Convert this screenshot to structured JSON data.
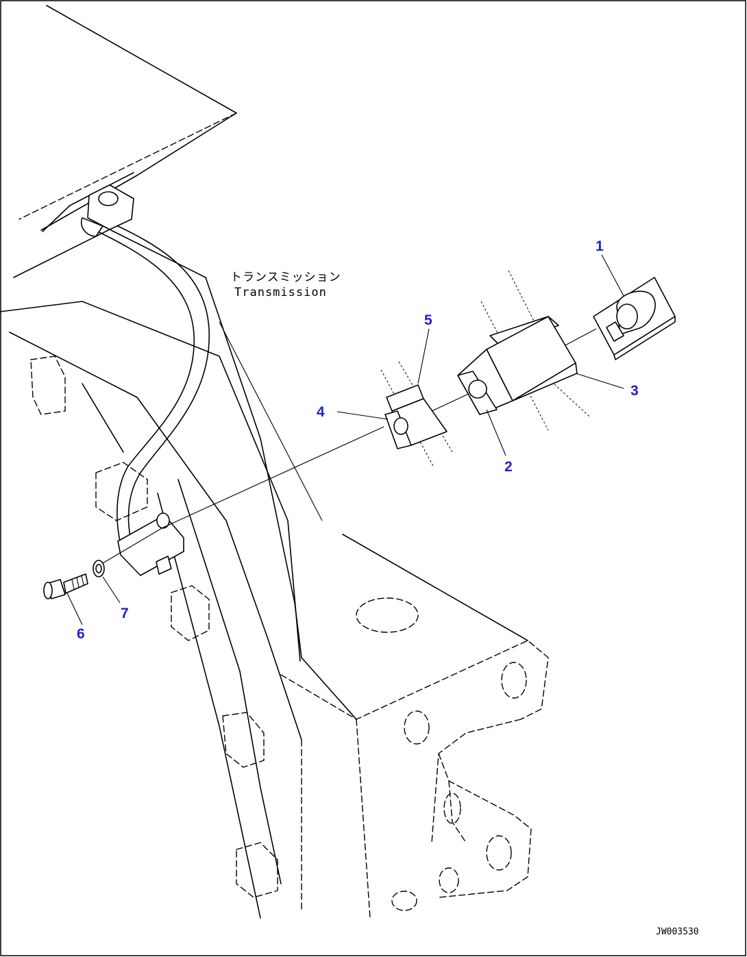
{
  "figure": {
    "label_jp": "トランスミッション",
    "label_en": "Transmission",
    "drawing_code": "JW003530"
  },
  "callouts": [
    "1",
    "2",
    "3",
    "4",
    "5",
    "6",
    "7"
  ]
}
